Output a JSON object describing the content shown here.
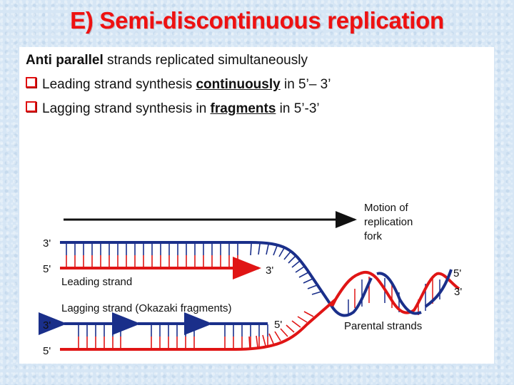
{
  "slide": {
    "title": "E) Semi-discontinuous replication",
    "lines": [
      {
        "bold": "Anti parallel",
        "rest": " strands replicated simultaneously"
      },
      {
        "bullet": "square-bullet",
        "pre": "Leading strand synthesis ",
        "emph": "continuously",
        "post": " in 5’– 3’"
      },
      {
        "bullet": "square-bullet",
        "pre": "Lagging strand synthesis in ",
        "emph": "fragments",
        "post": " in 5’-3’"
      }
    ]
  },
  "diagram": {
    "colors": {
      "template_blue": "#1a2f8a",
      "new_red": "#e01515",
      "arrow_black": "#111111",
      "title_red": "#ee1111"
    },
    "motion_label": [
      "Motion of",
      "replication",
      "fork"
    ],
    "leading": {
      "top_end": "3'",
      "bottom_start": "5'",
      "arrow_end": "3'",
      "label": "Leading strand"
    },
    "lagging": {
      "label": "Lagging strand (Okazaki fragments)",
      "top_end": "3'",
      "fragment_end": "5'",
      "bottom_start": "5'"
    },
    "parental": {
      "label": "Parental strands",
      "end_top": "5'",
      "end_bottom": "3'"
    }
  }
}
